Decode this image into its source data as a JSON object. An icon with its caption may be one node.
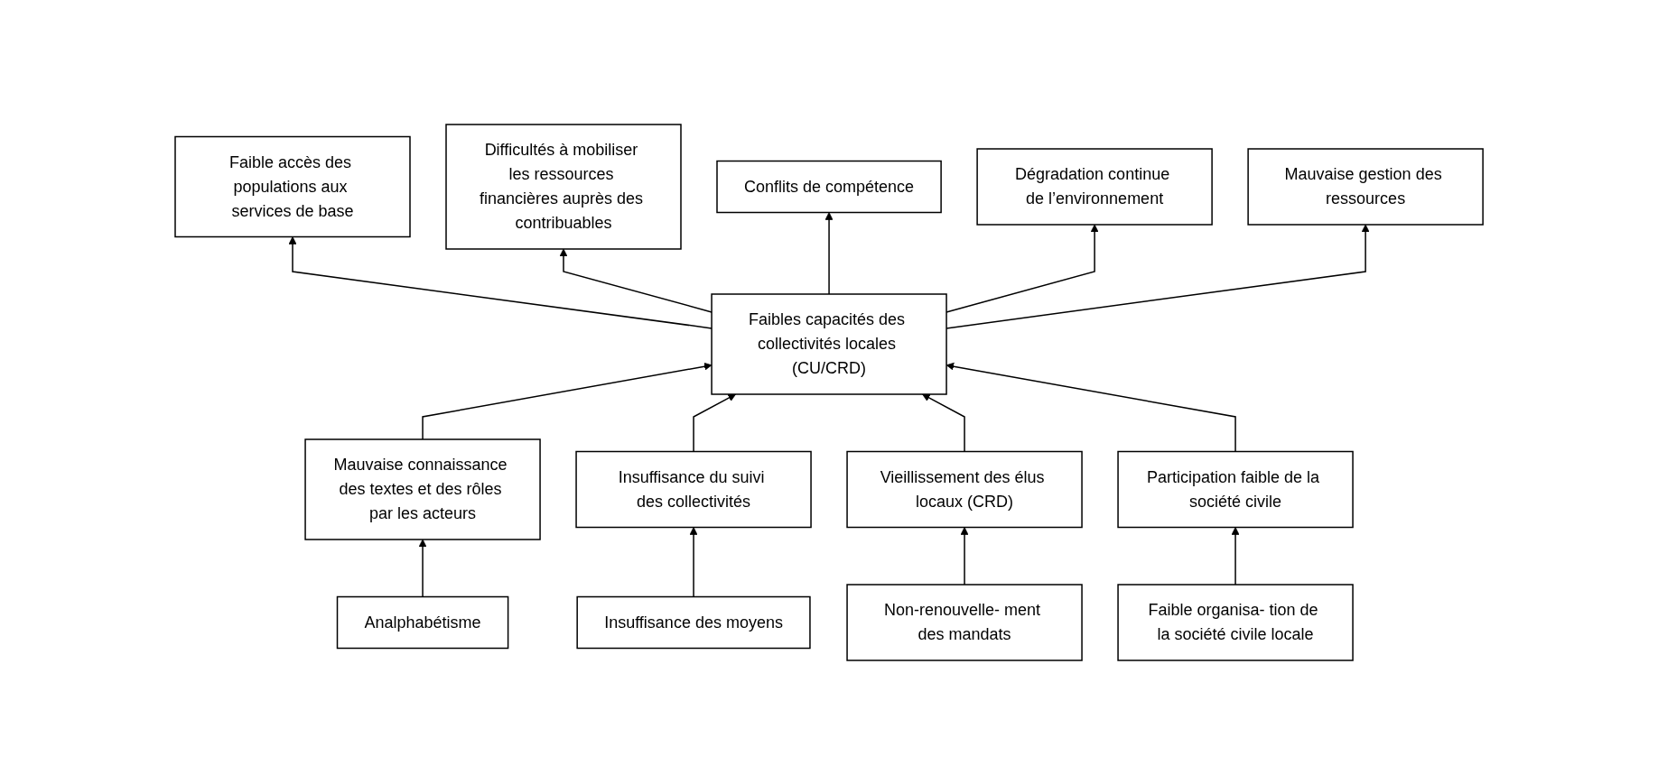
{
  "diagram": {
    "nodes": [
      {
        "text": [
          "Faible accès des populations aux services de base"
        ]
      },
      {
        "text": [
          "Difficultés à mobiliser les ressources financières auprès des contribuables"
        ]
      },
      {
        "text": [
          "Conflits de compétence"
        ]
      },
      {
        "text": [
          "Dégradation continue de l’environnement"
        ]
      },
      {
        "text": [
          "Mauvaise gestion des ressources"
        ]
      },
      {
        "text": [
          "Faibles capacités des collectivités locales (CU/CRD)"
        ]
      },
      {
        "text": [
          "Mauvaise connaissance des textes et des rôles par les acteurs"
        ]
      },
      {
        "text": [
          "Insuffisance du suivi des collectivités"
        ]
      },
      {
        "text": [
          "Vieillissement des élus locaux (CRD)"
        ]
      },
      {
        "text": [
          "Participation faible de la société civile"
        ]
      },
      {
        "text": [
          "Analphabétisme"
        ]
      },
      {
        "text": [
          "Insuffisance des moyens"
        ]
      },
      {
        "text": [
          "Non-renouvelle- ment des mandats"
        ]
      },
      {
        "text": [
          "Faible organisa- tion de la société civile locale"
        ]
      }
    ],
    "edges": [
      {
        "from": 5,
        "to": 0,
        "arrow": "to"
      },
      {
        "from": 5,
        "to": 1,
        "arrow": "to"
      },
      {
        "from": 5,
        "to": 2,
        "arrow": "to"
      },
      {
        "from": 5,
        "to": 3,
        "arrow": "to"
      },
      {
        "from": 5,
        "to": 4,
        "arrow": "to"
      },
      {
        "from": 6,
        "to": 5,
        "arrow": "to"
      },
      {
        "from": 7,
        "to": 5,
        "arrow": "to"
      },
      {
        "from": 8,
        "to": 5,
        "arrow": "to"
      },
      {
        "from": 9,
        "to": 5,
        "arrow": "to"
      },
      {
        "from": 10,
        "to": 6,
        "arrow": "to"
      },
      {
        "from": 11,
        "to": 7,
        "arrow": "to"
      },
      {
        "from": 12,
        "to": 8,
        "arrow": "to"
      },
      {
        "from": 13,
        "to": 9,
        "arrow": "to"
      }
    ]
  }
}
